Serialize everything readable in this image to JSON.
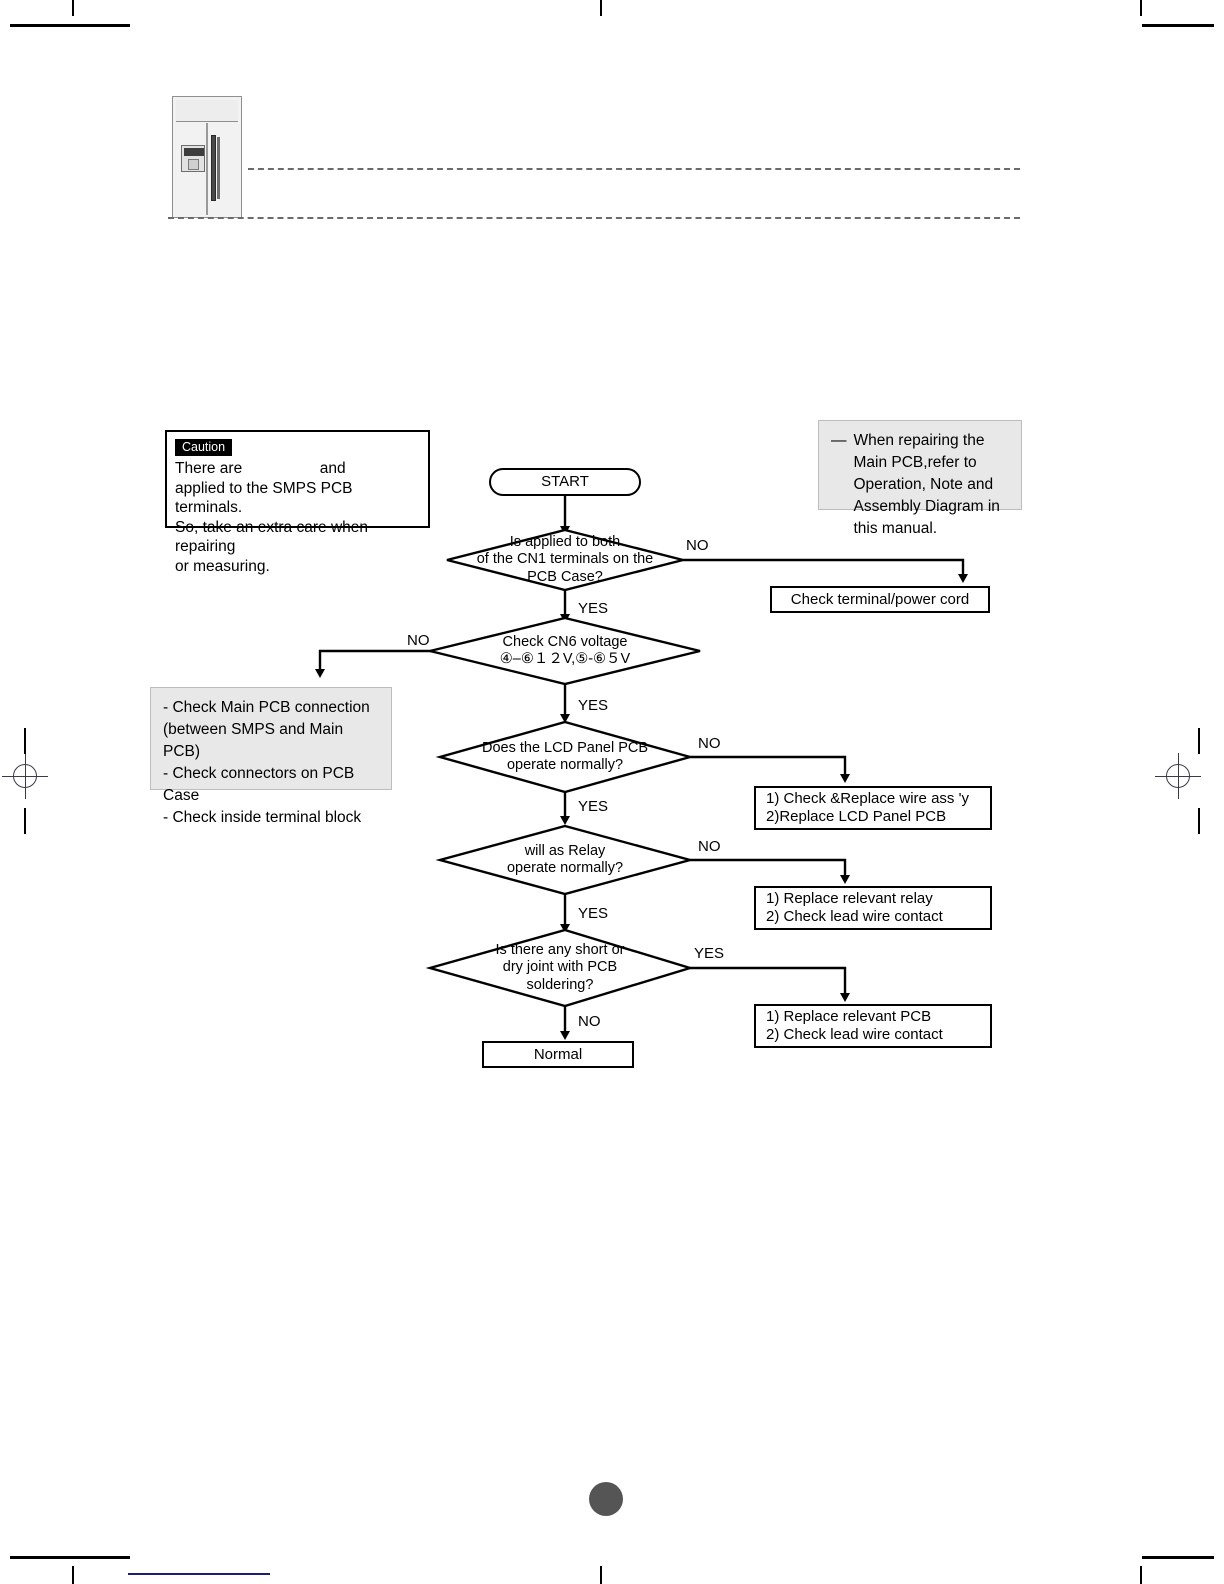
{
  "document": {
    "type": "service-manual-troubleshooting-page",
    "page_number": ""
  },
  "header": {
    "product_illustration": "side-by-side-refrigerator",
    "rule_count": 2
  },
  "caution": {
    "chip_label": "Caution",
    "text": "There are                  and\napplied to the SMPS PCB terminals.\nSo, take an extra care when repairing\nor measuring."
  },
  "note": {
    "bullet": "—",
    "text": "When repairing the Main PCB,refer to Operation, Note and Assembly Diagram in this manual."
  },
  "flow": {
    "start": "START",
    "d1": "Is          applied to both\nof the CN1 terminals on the\nPCB Case?",
    "d1_no": "NO",
    "d1_yes": "YES",
    "a1": "Check terminal/power cord",
    "d2": "Check CN6 voltage\n④–⑥１２V,⑤-⑥５V",
    "d2_no": "NO",
    "d2_yes": "YES",
    "a2_line1": "- Check Main PCB connection",
    "a2_line2": "  (between SMPS and Main PCB)",
    "a2_line3": "- Check connectors on PCB Case",
    "a2_line4": "- Check inside terminal block",
    "d3": "Does the LCD Panel PCB\noperate normally?",
    "d3_no": "NO",
    "d3_yes": "YES",
    "a3_line1": "1) Check &Replace wire ass 'y",
    "a3_line2": "2)Replace LCD Panel PCB",
    "d4": "will as Relay\noperate normally?",
    "d4_no": "NO",
    "d4_yes": "YES",
    "a4_line1": "1) Replace relevant relay",
    "a4_line2": "2) Check lead wire contact",
    "d5": "Is there any short or\ndry joint with PCB\nsoldering?",
    "d5_yes": "YES",
    "d5_no": "NO",
    "a5_line1": "1) Replace relevant PCB",
    "a5_line2": "2) Check lead wire contact",
    "end": "Normal"
  },
  "colors": {
    "ink": "#000000",
    "shaded_fill": "#e8e8e8",
    "dash_rule": "#6b6b6b",
    "blue_rule": "#1c1c7a",
    "page_badge": "#555555"
  }
}
